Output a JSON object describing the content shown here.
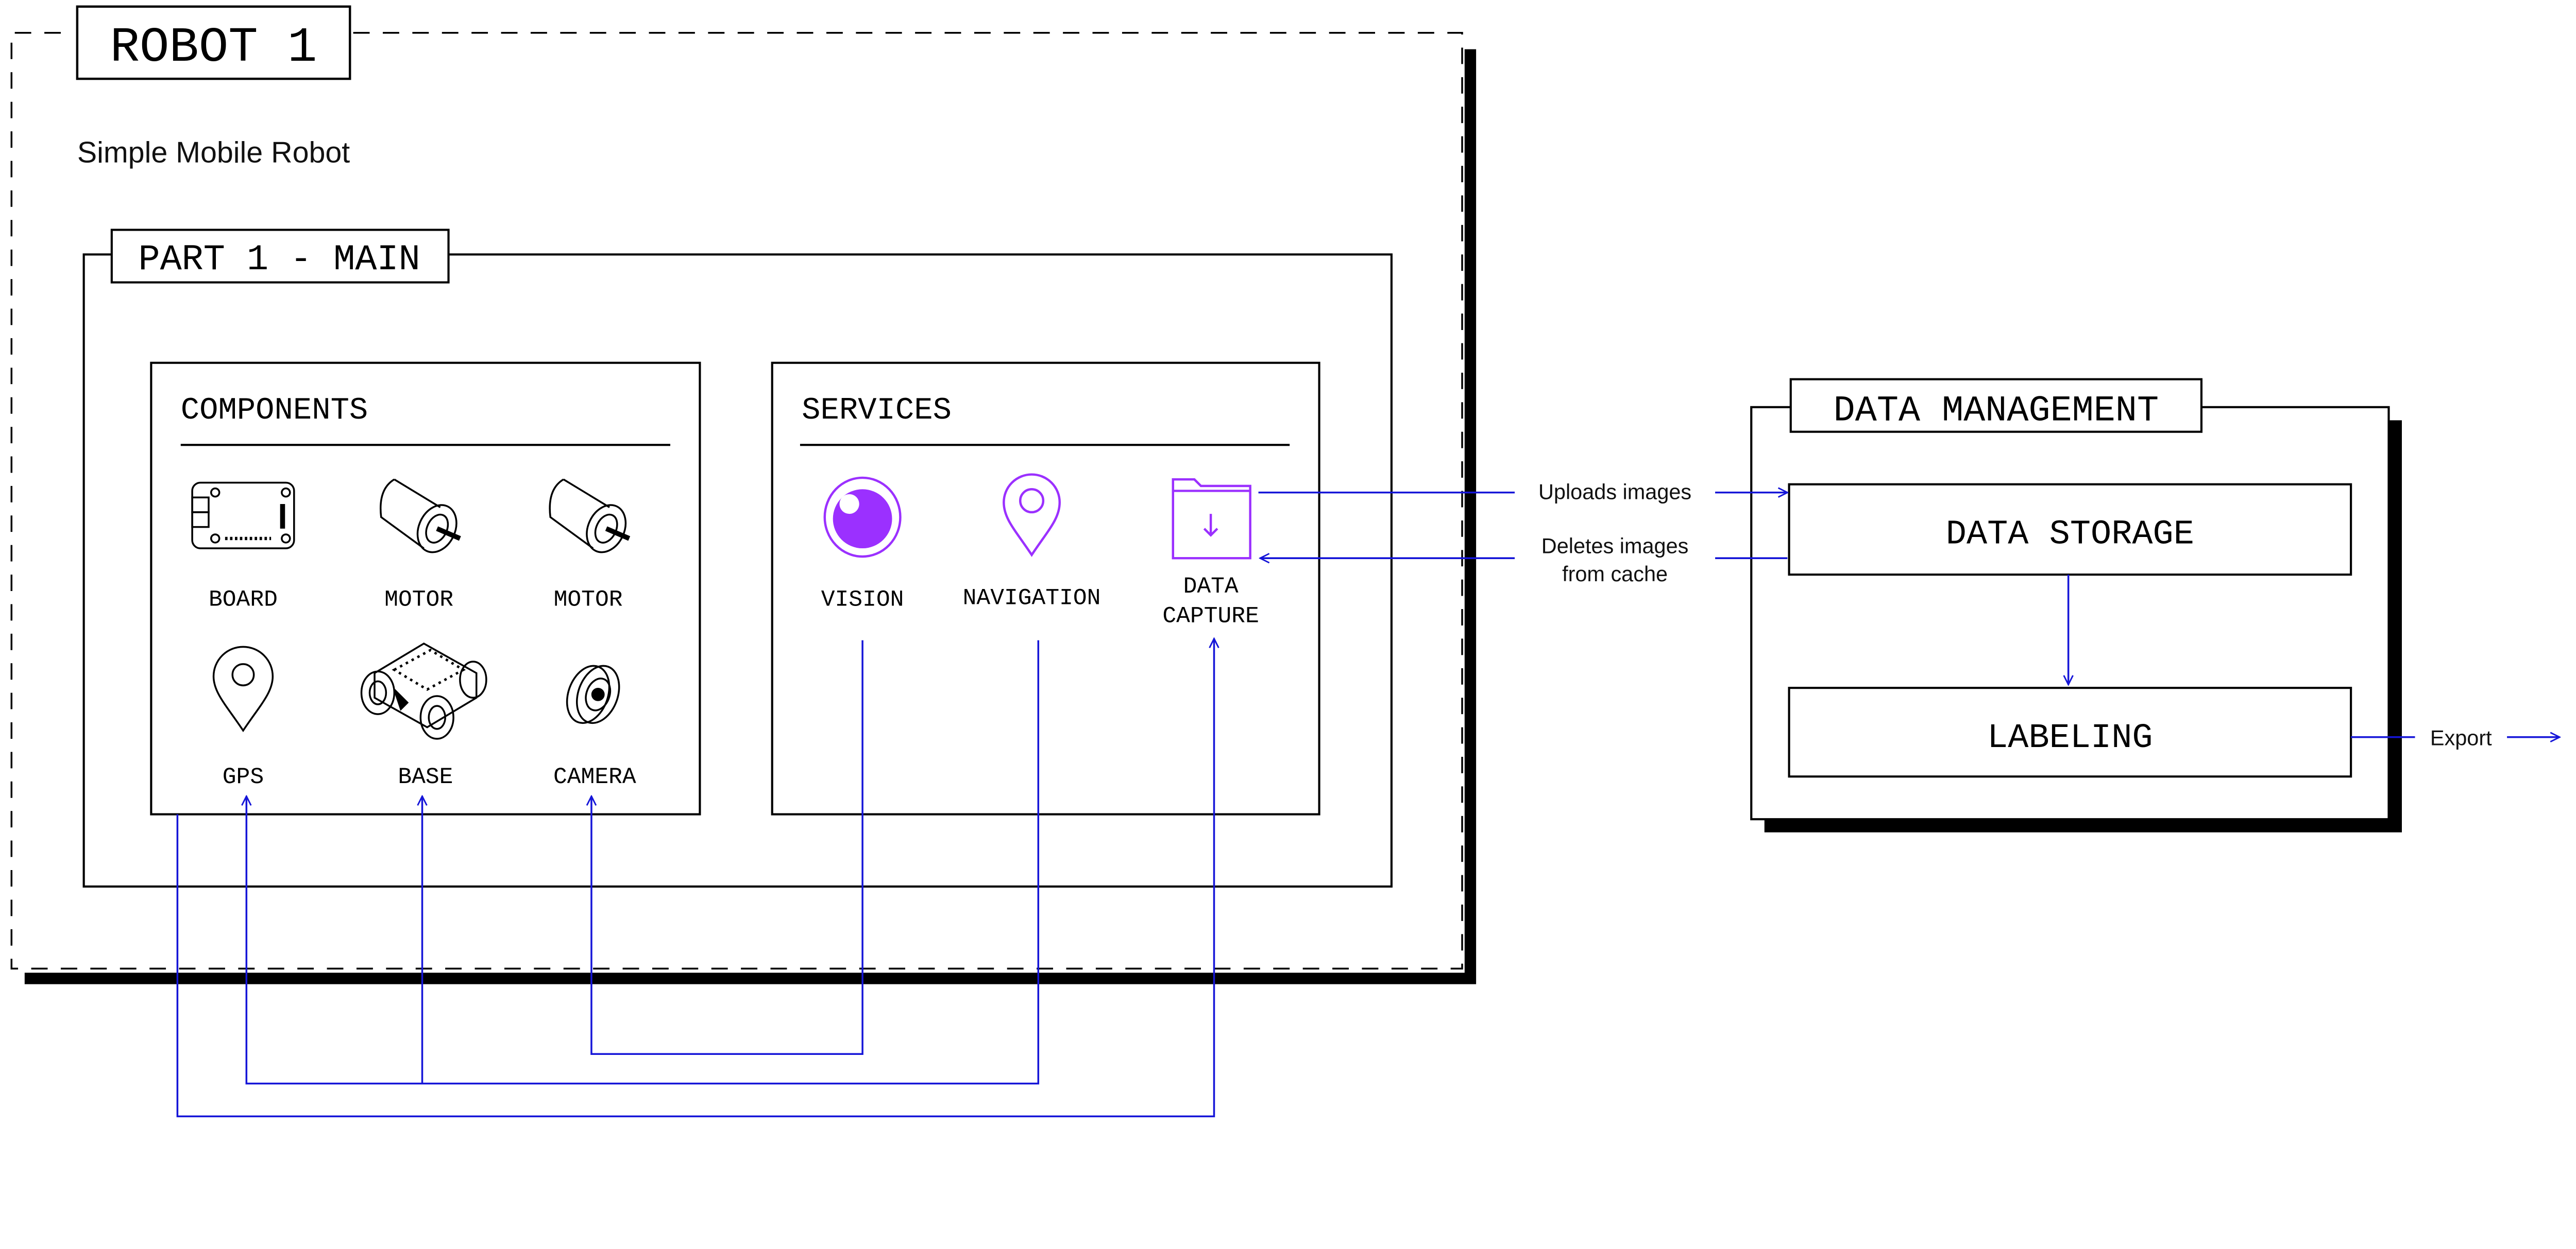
{
  "robot": {
    "title": "ROBOT 1",
    "subtitle": "Simple Mobile Robot",
    "part": {
      "title": "PART 1 - MAIN",
      "components": {
        "title": "COMPONENTS",
        "items": [
          {
            "label": "BOARD",
            "icon": "board-icon"
          },
          {
            "label": "MOTOR",
            "icon": "motor-icon"
          },
          {
            "label": "MOTOR",
            "icon": "motor-icon"
          },
          {
            "label": "GPS",
            "icon": "map-pin-icon"
          },
          {
            "label": "BASE",
            "icon": "rover-base-icon"
          },
          {
            "label": "CAMERA",
            "icon": "camera-icon"
          }
        ]
      },
      "services": {
        "title": "SERVICES",
        "items": [
          {
            "label": "VISION",
            "icon": "eye-icon"
          },
          {
            "label": "NAVIGATION",
            "icon": "map-pin-icon"
          },
          {
            "label_line1": "DATA",
            "label_line2": "CAPTURE",
            "icon": "folder-download-icon"
          }
        ]
      }
    }
  },
  "data_management": {
    "title": "DATA MANAGEMENT",
    "storage": "DATA STORAGE",
    "labeling": "LABELING"
  },
  "edges": {
    "uploads": "Uploads images",
    "deletes_line1": "Deletes images",
    "deletes_line2": "from cache",
    "export": "Export"
  },
  "colors": {
    "connector": "#1515d8",
    "service_accent": "#9b30ff",
    "ink": "#000000"
  }
}
